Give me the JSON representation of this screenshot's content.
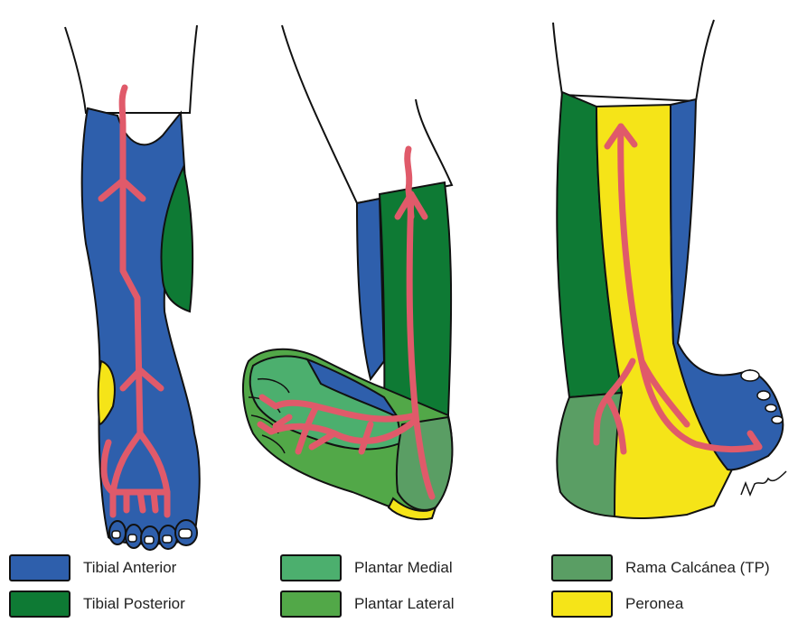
{
  "legend": [
    {
      "label": "Tibial Anterior",
      "color": "#2e5fac"
    },
    {
      "label": "Tibial Posterior",
      "color": "#0e7a34"
    },
    {
      "label": "Plantar Medial",
      "color": "#4caf6e"
    },
    {
      "label": "Plantar Lateral",
      "color": "#52a848"
    },
    {
      "label": "Rama Calcánea (TP)",
      "color": "#5a9e64"
    },
    {
      "label": "Peronea",
      "color": "#f5e418"
    }
  ],
  "colors": {
    "artery": "#e05a6a",
    "outline": "#111111"
  }
}
